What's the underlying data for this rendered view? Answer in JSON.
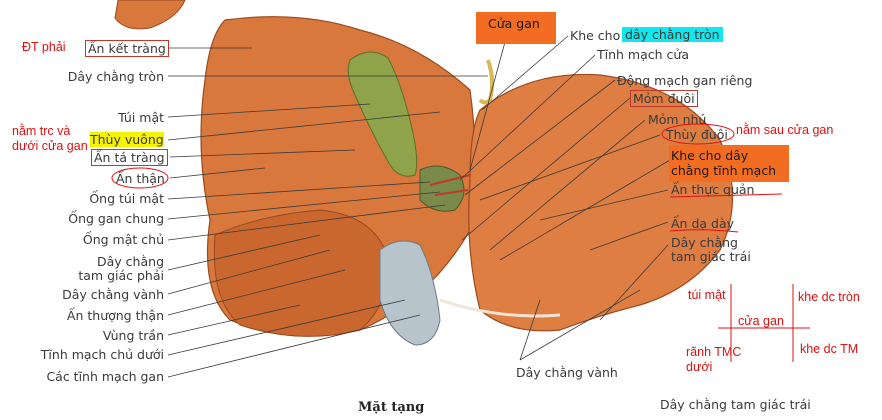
{
  "labels_left": {
    "an_ket_trang": "Ấn kết tràng",
    "day_chang_tron": "Dây chằng tròn",
    "tui_mat": "Túi mật",
    "thuy_vuong": "Thùy vuông",
    "an_ta_trang": "Ấn tá tràng",
    "an_than": "Ấn thận",
    "ong_tui_mat": "Ống túi mật",
    "ong_gan_chung": "Ống gan chung",
    "ong_mat_chu": "Ống mật chủ",
    "day_chang_tam_giac_phai_1": "Dây chằng",
    "day_chang_tam_giac_phai_2": "tam giác phải",
    "day_chang_vanh": "Dây chằng vành",
    "an_thuong_than": "Ấn thượng thận",
    "vung_tran": "Vùng trần",
    "tinh_mach_chu_duoi": "Tĩnh mạch chủ dưới",
    "cac_tinh_mach_gan": "Các tĩnh mạch gan"
  },
  "labels_right": {
    "cua_gan": "Cửa gan",
    "khe_cho": "Khe cho",
    "day_chang_tron": "dây chằng tròn",
    "tinh_mach_cua": "Tĩnh mạch cửa",
    "dong_mach_gan_rieng": "Động mạch gan riêng",
    "mom_duoi": "Mỏm đuôi",
    "mom_nhu": "Mỏm nhú",
    "thuy_duoi": "Thùy đuôi",
    "khe_cho_day_chang_tinh_mach_1": "Khe cho dây",
    "khe_cho_day_chang_tinh_mach_2": "chằng tĩnh mạch",
    "an_thuc_quan": "Ấn thực quản",
    "an_da_day": "Ấn dạ dày",
    "day_chang_tam_giac_trai_1": "Dây chằng",
    "day_chang_tam_giac_trai_2": "tam giác trái",
    "day_chang_vanh": "Dây chằng vành",
    "day_chang_tam_giac_trai_bottom": "Dây chằng tam giác trái"
  },
  "title": "Mặt tạng",
  "annotations": {
    "dt_phai": "ĐT phải",
    "nam_trc_1": "nằm trc và",
    "nam_trc_2": "dưới cửa gan",
    "nam_sau": "nằm sau cửa gan",
    "tui_mat": "túi mật",
    "khe_dc_tron": "khe dc tròn",
    "cua_gan": "cửa gan",
    "ranh_tmc_1": "rãnh TMC",
    "ranh_tmc_2": "dưới",
    "khe_dc_tm": "khe dc TM"
  },
  "colors": {
    "liver": "#d9783d",
    "liver_dark": "#b85a26",
    "gallbladder": "#8fa34a",
    "vena_cava": "#b8c4cc",
    "annotation_red": "#e01010",
    "highlight_orange": "#f26d21",
    "highlight_yellow": "#f5f300",
    "highlight_cyan": "#10e8f0"
  }
}
